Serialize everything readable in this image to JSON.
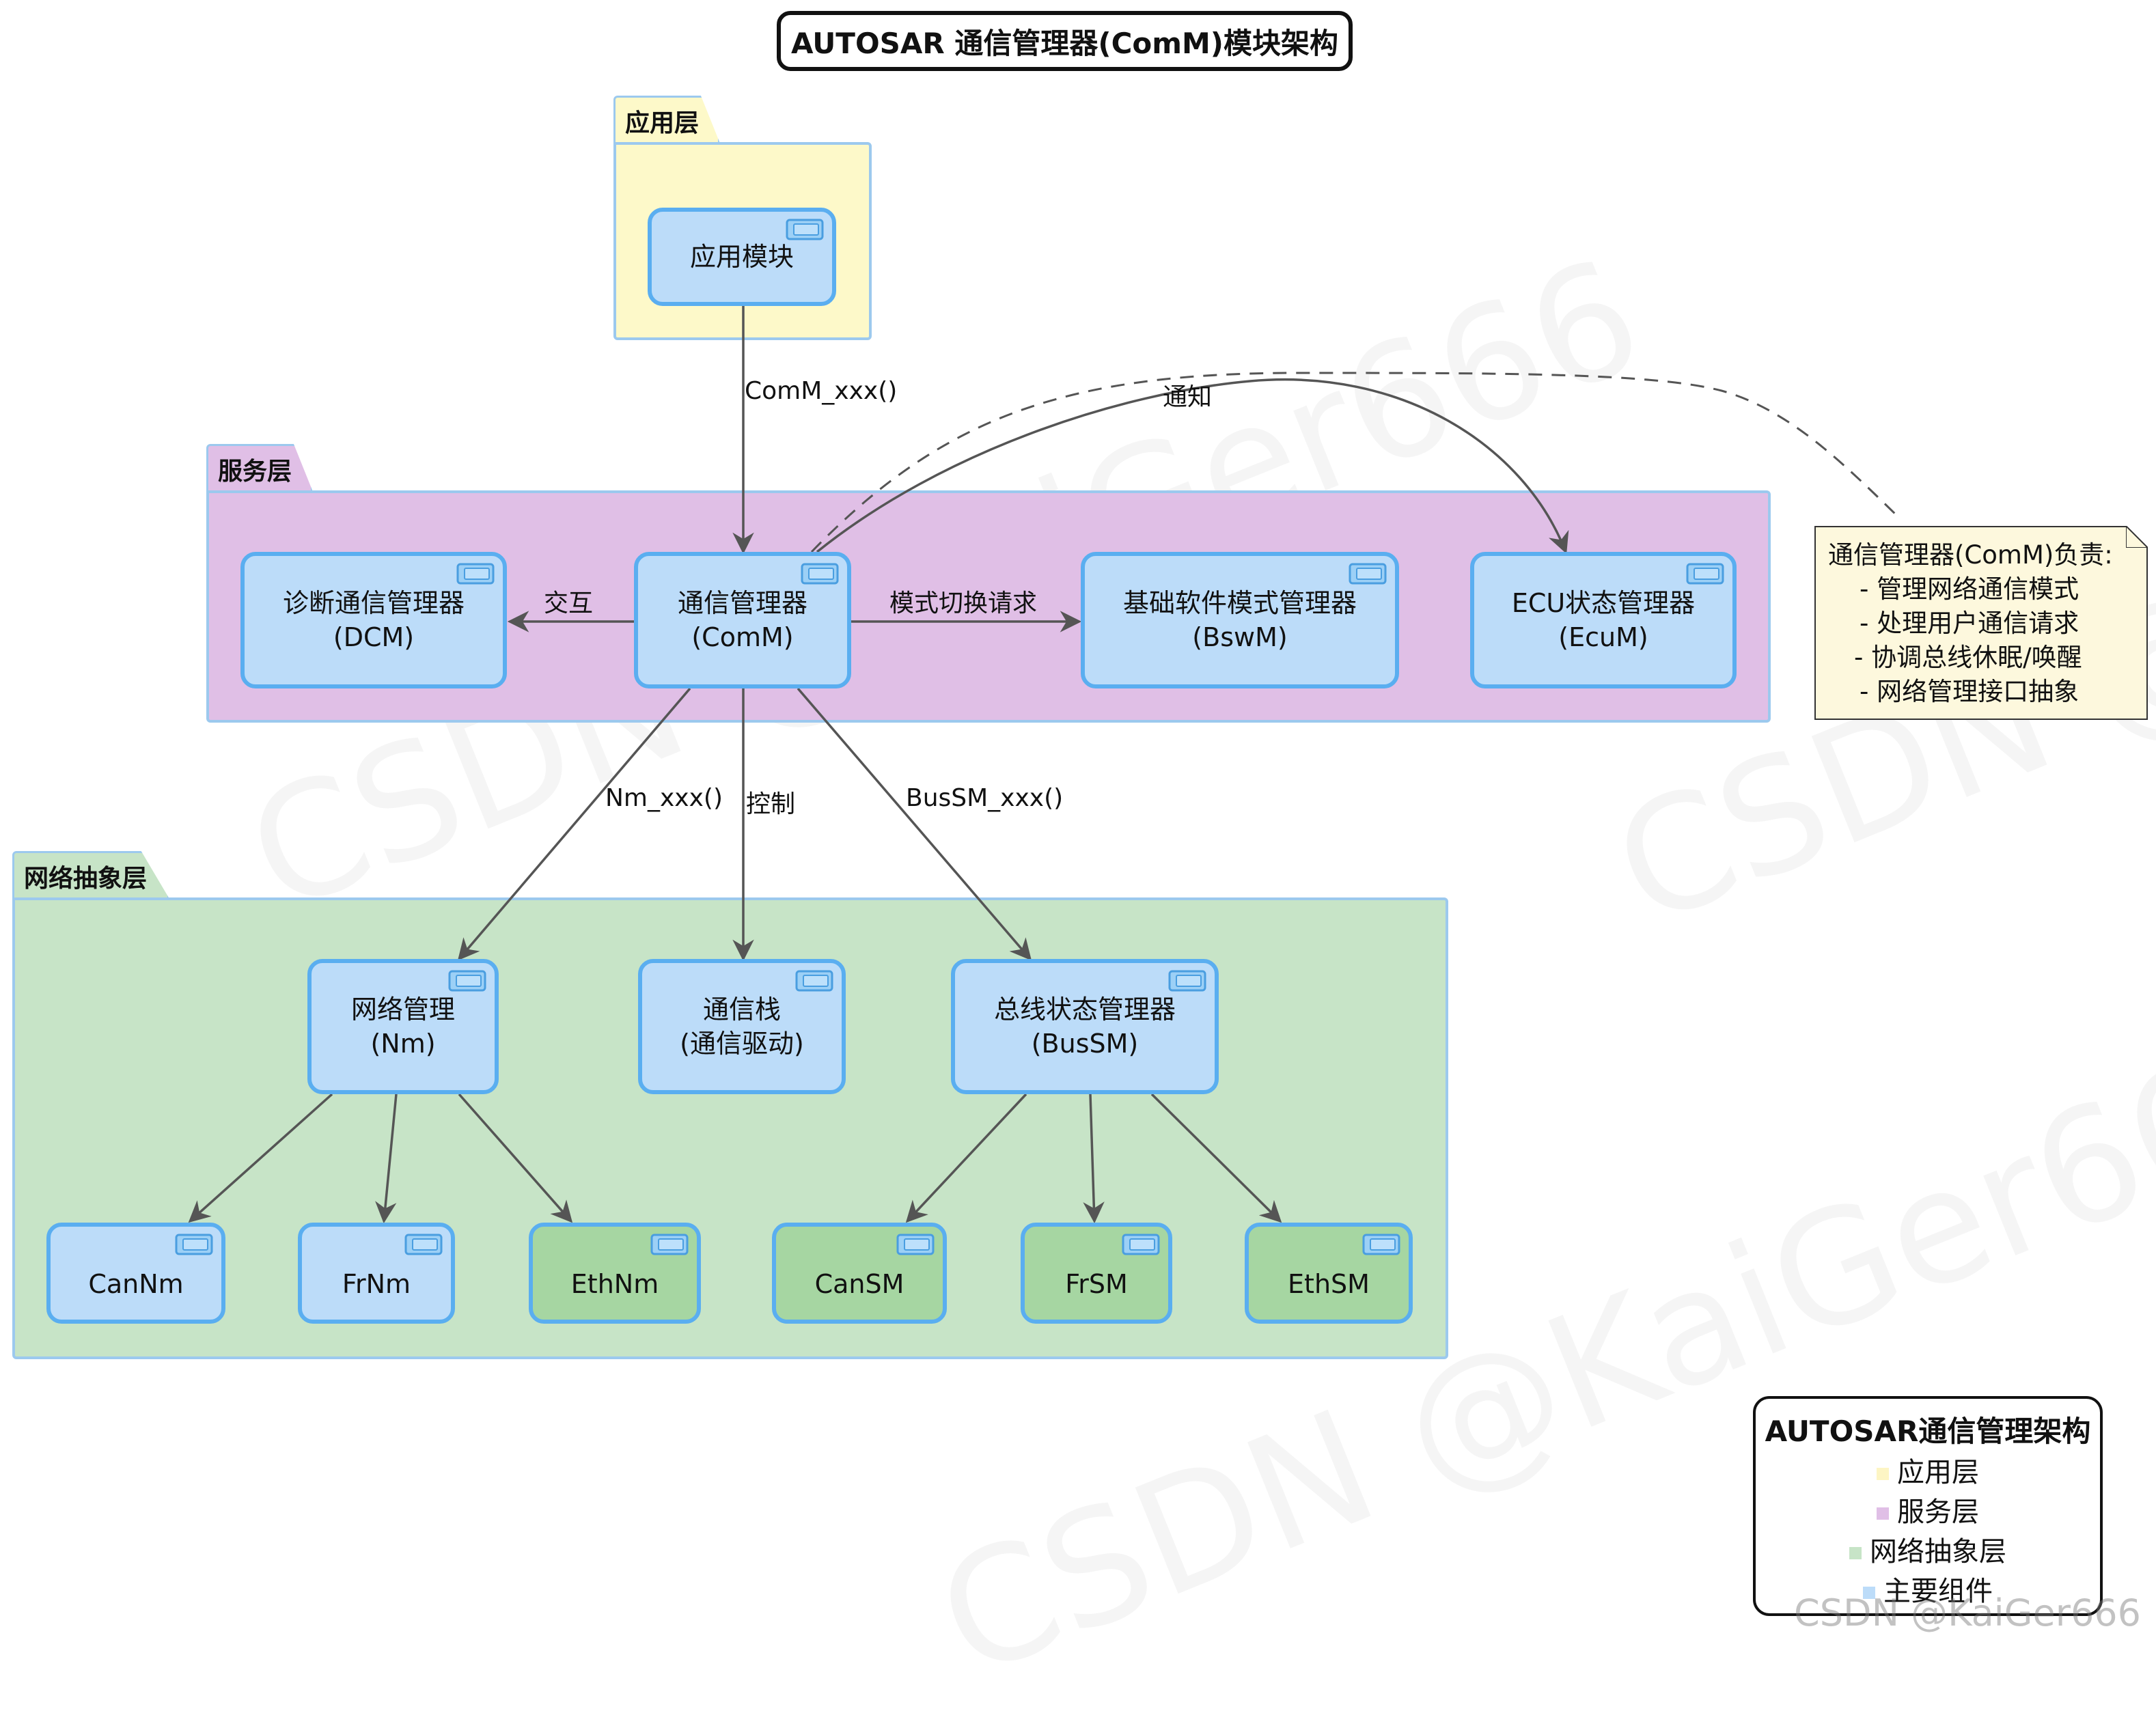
{
  "title": "AUTOSAR 通信管理器(ComM)模块架构",
  "packages": {
    "app": "应用层",
    "service": "服务层",
    "network": "网络抽象层"
  },
  "components": {
    "app_module": [
      "应用模块"
    ],
    "dcm": [
      "诊断通信管理器",
      "(DCM)"
    ],
    "comm": [
      "通信管理器",
      "(ComM)"
    ],
    "bswm": [
      "基础软件模式管理器",
      "(BswM)"
    ],
    "ecum": [
      "ECU状态管理器",
      "(EcuM)"
    ],
    "nm": [
      "网络管理",
      "(Nm)"
    ],
    "stack": [
      "通信栈",
      "(通信驱动)"
    ],
    "bussm": [
      "总线状态管理器",
      "(BusSM)"
    ],
    "cannm": [
      "CanNm"
    ],
    "frnm": [
      "FrNm"
    ],
    "ethnm": [
      "EthNm"
    ],
    "cansm": [
      "CanSM"
    ],
    "frsm": [
      "FrSM"
    ],
    "ethsm": [
      "EthSM"
    ]
  },
  "edges": {
    "comm_call": "ComM_xxx()",
    "notify": "通知",
    "interact": "交互",
    "mode_switch": "模式切换请求",
    "nm_call": "Nm_xxx()",
    "control": "控制",
    "bussm_call": "BusSM_xxx()"
  },
  "note": {
    "lines": [
      "通信管理器(ComM)负责:",
      "- 管理网络通信模式",
      "- 处理用户通信请求",
      "- 协调总线休眠/唤醒",
      "- 网络管理接口抽象"
    ]
  },
  "legend": {
    "title": "AUTOSAR通信管理架构",
    "items": [
      {
        "label": "应用层",
        "color": "#fdf5c4"
      },
      {
        "label": "服务层",
        "color": "#e0bfe6"
      },
      {
        "label": "网络抽象层",
        "color": "#c7e4c7"
      },
      {
        "label": "主要组件",
        "color": "#bcdcf9"
      }
    ]
  },
  "colors": {
    "app_layer": "#fdf9c9",
    "service_layer": "#e0bfe6",
    "network_layer": "#c7e4c7",
    "component_blue": "#bcdcf9",
    "component_green": "#a6d6a2",
    "border": "#5aaef0"
  },
  "watermark": "CSDN @KaiGer666"
}
